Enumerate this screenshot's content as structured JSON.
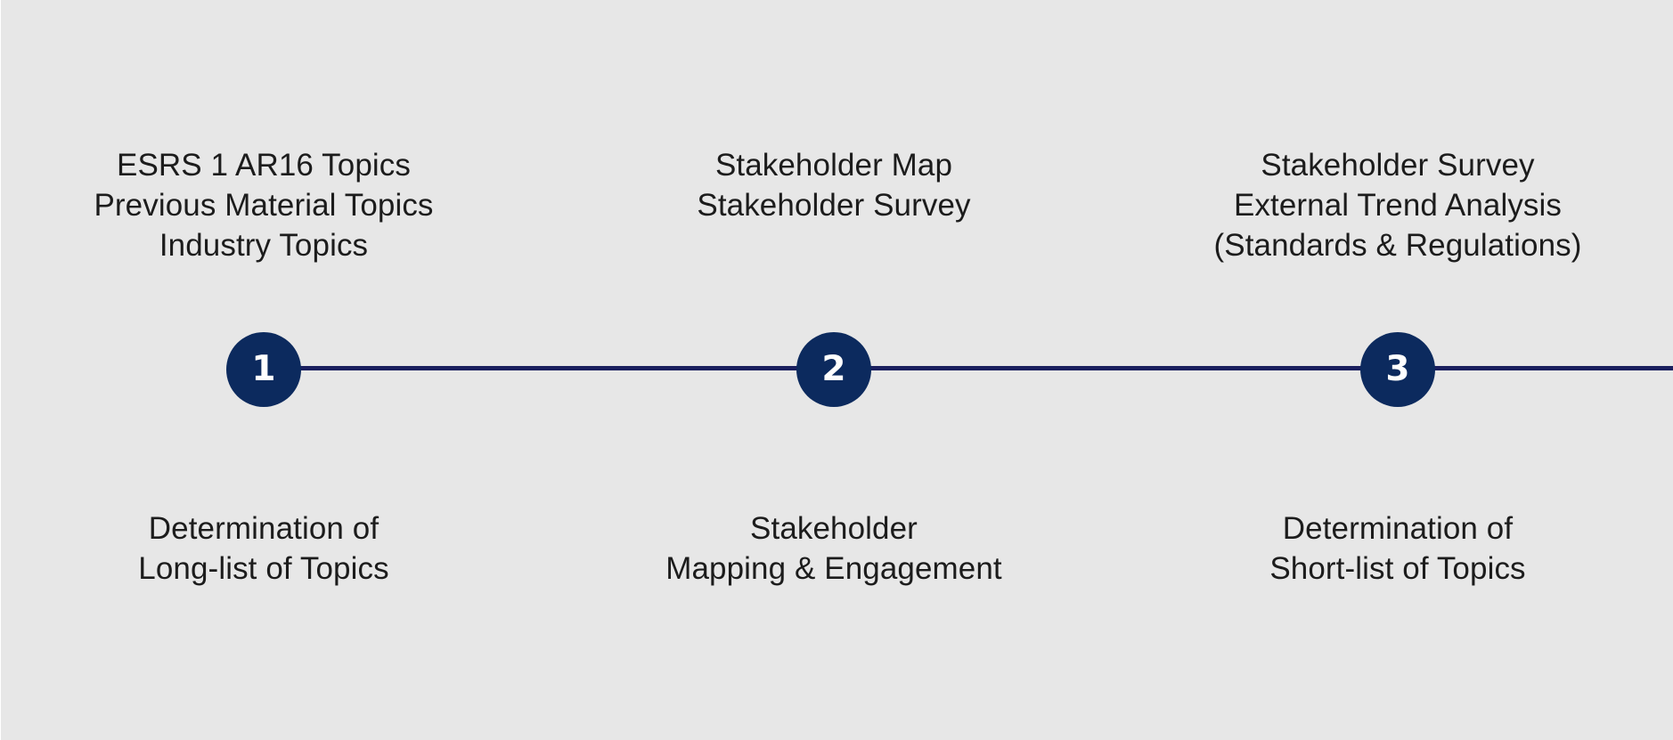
{
  "steps": [
    {
      "number": "1",
      "inputs": [
        "ESRS 1 AR16 Topics",
        "Previous Material Topics",
        "Industry Topics"
      ],
      "title": [
        "Determination of",
        "Long-list of Topics"
      ]
    },
    {
      "number": "2",
      "inputs": [
        "Stakeholder Map",
        "Stakeholder Survey"
      ],
      "title": [
        "Stakeholder",
        "Mapping & Engagement"
      ]
    },
    {
      "number": "3",
      "inputs": [
        "Stakeholder Survey",
        "External Trend Analysis",
        "(Standards & Regulations)"
      ],
      "title": [
        "Determination of",
        "Short-list of Topics"
      ]
    }
  ],
  "colors": {
    "background": "#e7e7e7",
    "timeline_line": "#1a1f5e",
    "step_circle": "#0c2a5e",
    "step_number_text": "#ffffff",
    "label_text": "#1c1c1c"
  }
}
